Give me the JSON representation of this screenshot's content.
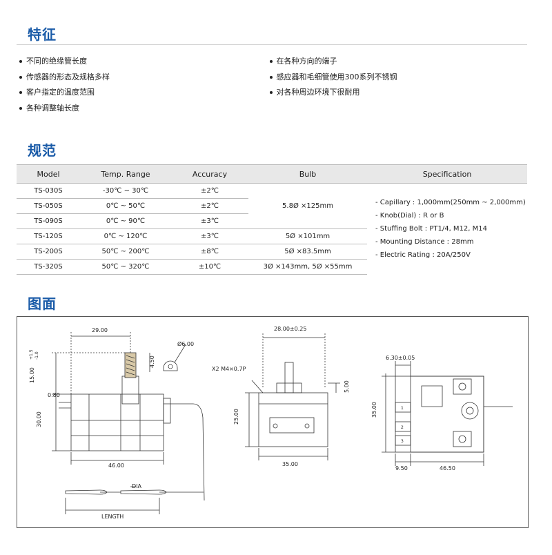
{
  "sections": {
    "features_title": "特征",
    "spec_title": "规范",
    "drawing_title": "图面"
  },
  "features_left": [
    "不同的绝缘管长度",
    "传感器的形态及规格多样",
    "客户指定的温度范围",
    "各种调整轴长度"
  ],
  "features_right": [
    "在各种方向的端子",
    "感应器和毛细管使用300系列不锈钢",
    "对各种周边环境下很耐用"
  ],
  "table": {
    "headers": [
      "Model",
      "Temp. Range",
      "Accuracy",
      "Bulb",
      "Specification"
    ],
    "rows": [
      {
        "model": "TS-030S",
        "range": "-30℃ ~ 30℃",
        "accuracy": "±2℃"
      },
      {
        "model": "TS-050S",
        "range": "0℃ ~ 50℃",
        "accuracy": "±2℃"
      },
      {
        "model": "TS-090S",
        "range": "0℃ ~ 90℃",
        "accuracy": "±3℃"
      },
      {
        "model": "TS-120S",
        "range": "0℃ ~ 120℃",
        "accuracy": "±3℃"
      },
      {
        "model": "TS-200S",
        "range": "50℃ ~ 200℃",
        "accuracy": "±8℃"
      },
      {
        "model": "TS-320S",
        "range": "50℃ ~ 320℃",
        "accuracy": "±10℃"
      }
    ],
    "bulbs": [
      "5.8Ø ×125mm",
      "5Ø ×101mm",
      "5Ø ×83.5mm",
      "3Ø ×143mm, 5Ø ×55mm"
    ],
    "specification": [
      "- Capillary : 1,000mm(250mm ~ 2,000mm)",
      "- Knob(Dial) : R or B",
      "- Stuffing Bolt : PT1/4, M12, M14",
      "- Mounting Distance : 28mm",
      "- Electric Rating : 20A/250V"
    ]
  },
  "drawing": {
    "d_29": "29.00",
    "d_6": "Ø6.00",
    "d_450": "4.50",
    "d_15": "15.00",
    "d_15_tol_top": "+1.5",
    "d_15_tol_bot": "-1.0",
    "d_080": "0.80",
    "d_30": "30.00",
    "d_46": "46.00",
    "dia": "DIA",
    "length": "LENGTH",
    "d_28": "28.00±0.25",
    "x2": "X2 M4×0.7P",
    "d_5": "5.00",
    "d_25": "25.00",
    "d_35w": "35.00",
    "d_630": "6.30±0.05",
    "d_35h": "35.00",
    "d_950": "9.50",
    "d_4650": "46.50",
    "t1": "1",
    "t2": "2",
    "t3": "3"
  }
}
